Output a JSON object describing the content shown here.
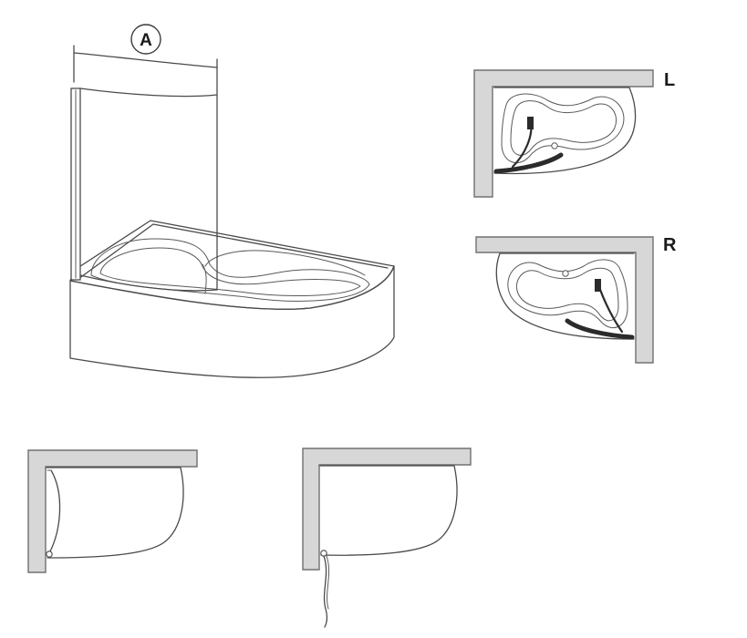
{
  "labels": {
    "dimension": "A",
    "left_variant": "L",
    "right_variant": "R"
  }
}
